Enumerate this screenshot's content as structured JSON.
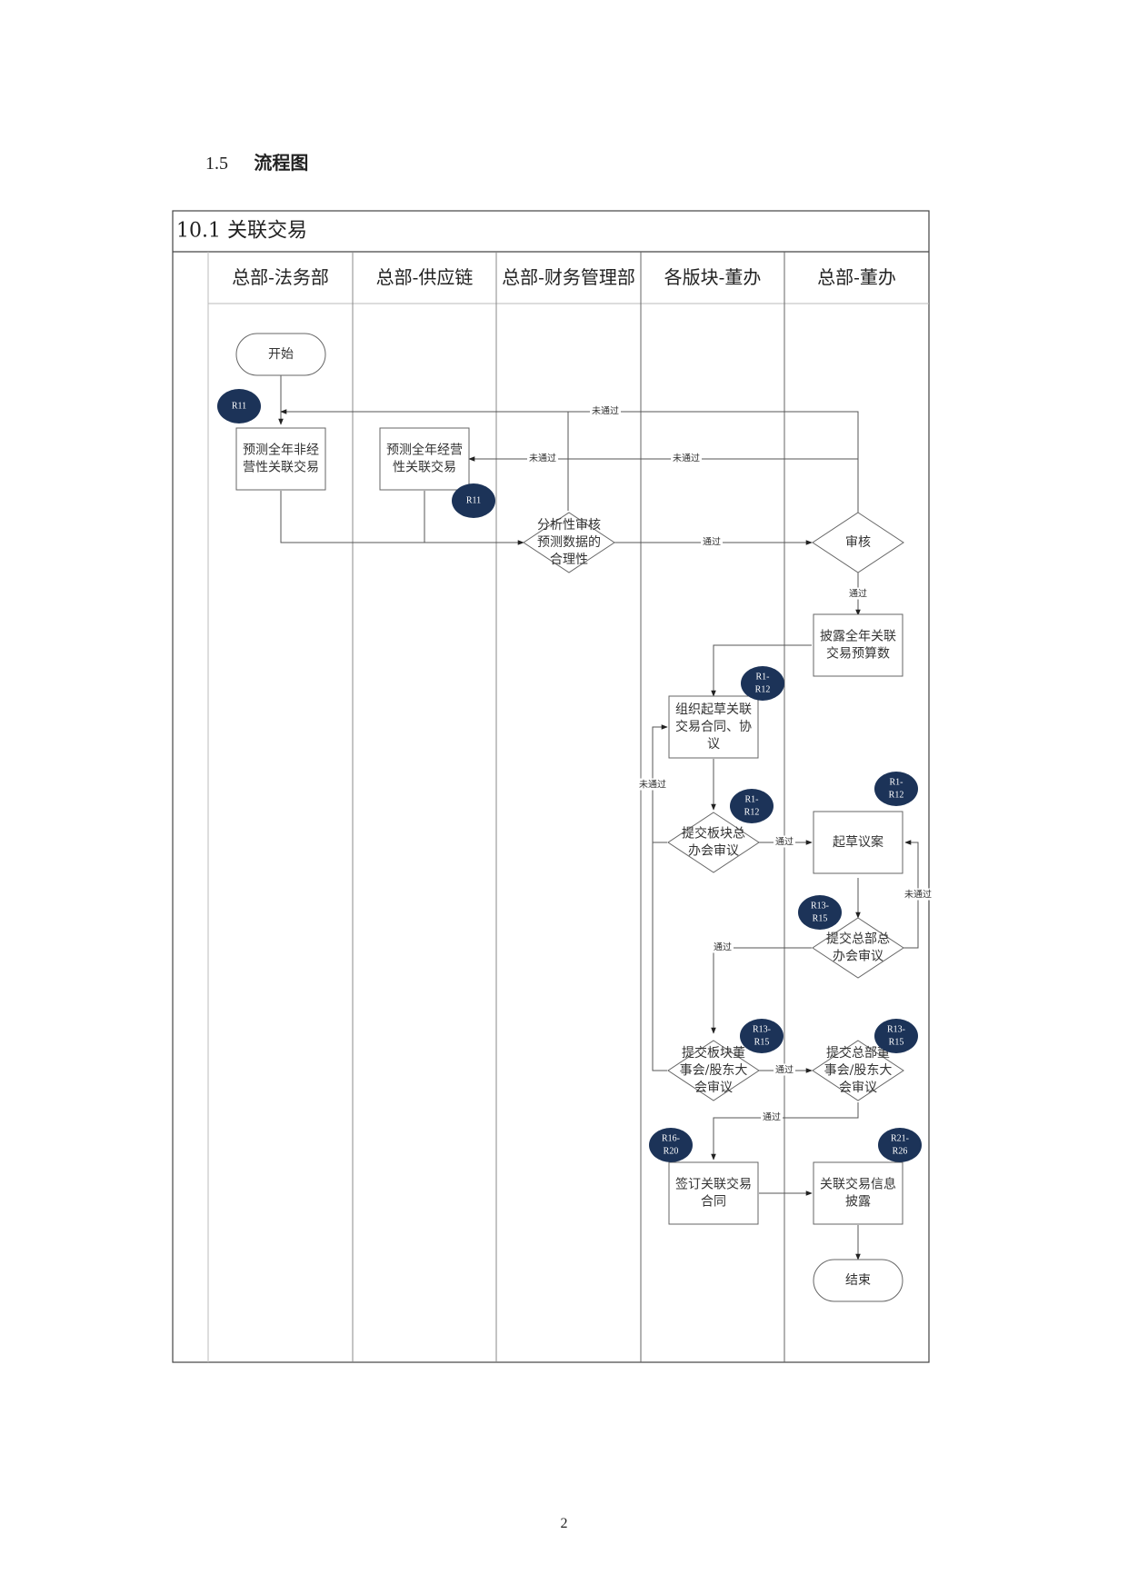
{
  "section": {
    "number": "1.5",
    "title": "流程图"
  },
  "diagram": {
    "title": "10.1 关联交易",
    "lanes": [
      "总部-法务部",
      "总部-供应链",
      "总部-财务管理部",
      "各版块-董办",
      "总部-董办"
    ],
    "nodes": {
      "start": "开始",
      "n1": [
        "预测全年非经",
        "营性关联交易"
      ],
      "n2": [
        "预测全年经营",
        "性关联交易"
      ],
      "d1": [
        "分析性审核",
        "预测数据的",
        "合理性"
      ],
      "d2": [
        "审核"
      ],
      "n3": [
        "披露全年关联",
        "交易预算数"
      ],
      "n4": [
        "组织起草关联",
        "交易合同、协",
        "议"
      ],
      "d3": [
        "提交板块总",
        "办会审议"
      ],
      "n5": [
        "起草议案"
      ],
      "d4": [
        "提交总部总",
        "办会审议"
      ],
      "d5": [
        "提交板块董",
        "事会/股东大",
        "会审议"
      ],
      "d6": [
        "提交总部董",
        "事会/股东大",
        "会审议"
      ],
      "n6": [
        "签订关联交易",
        "合同"
      ],
      "n7": [
        "关联交易信息",
        "披露"
      ],
      "end": "结束"
    },
    "edge_labels": {
      "fail": "未通过",
      "pass": "通过"
    },
    "badges": {
      "b1": [
        "R11"
      ],
      "b2": [
        "R11"
      ],
      "b3": [
        "R1-",
        "R12"
      ],
      "b4": [
        "R1-",
        "R12"
      ],
      "b5": [
        "R1-",
        "R12"
      ],
      "b6": [
        "R13-",
        "R15"
      ],
      "b7": [
        "R13-",
        "R15"
      ],
      "b8": [
        "R13-",
        "R15"
      ],
      "b9": [
        "R16-",
        "R20"
      ],
      "b10": [
        "R21-",
        "R26"
      ]
    },
    "colors": {
      "badge": "#1c3358",
      "line": "#555555",
      "frame": "#444444"
    }
  },
  "page_number": "2"
}
